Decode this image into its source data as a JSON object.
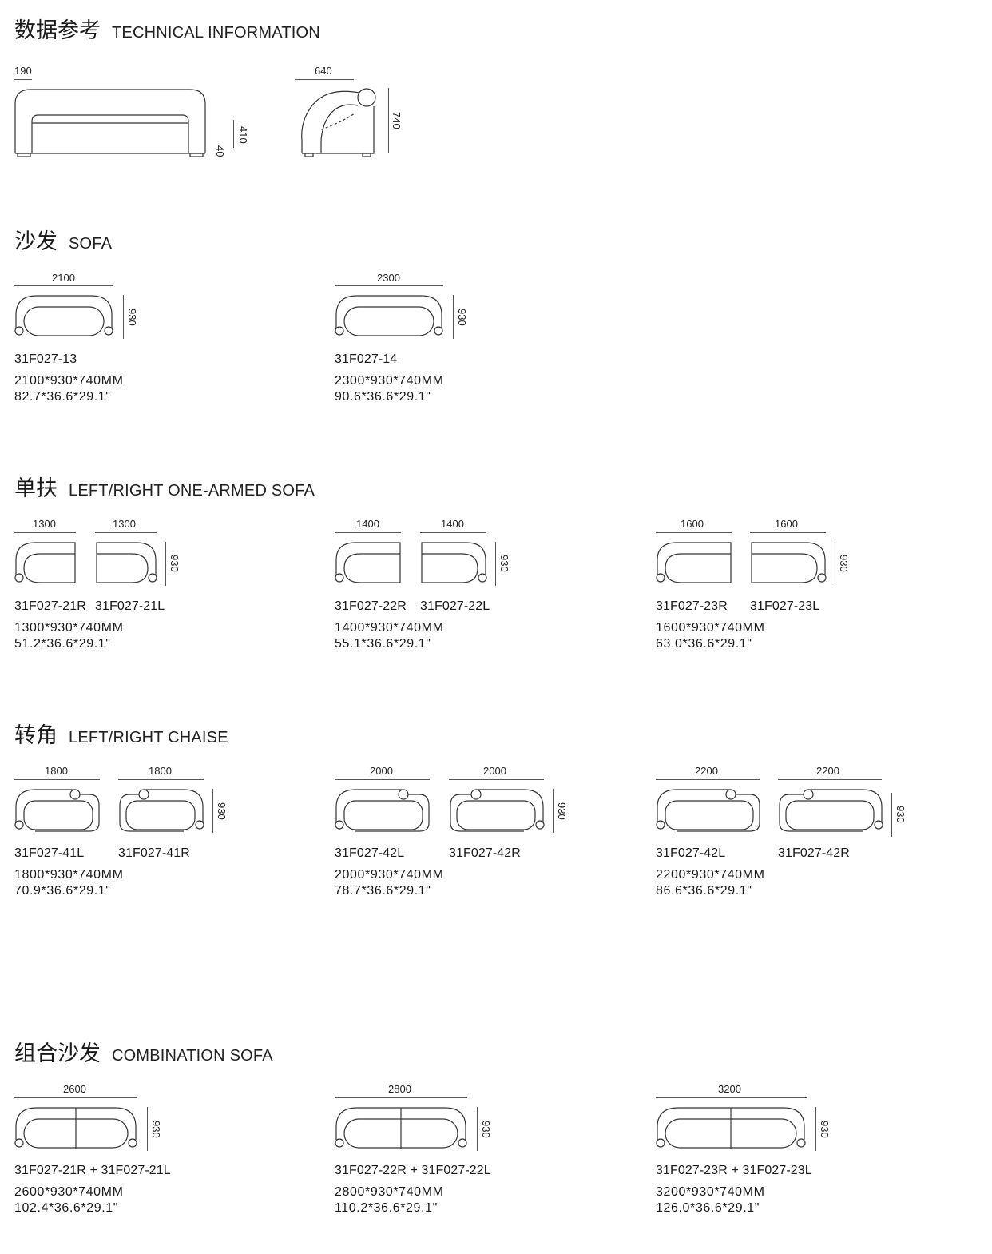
{
  "sections": {
    "technical": {
      "cn": "数据参考",
      "en": "TECHNICAL INFORMATION",
      "dims": {
        "front_w": "190",
        "front_h": "410",
        "front_leg": "40",
        "side_w": "640",
        "side_h": "740"
      }
    },
    "sofa": {
      "cn": "沙发",
      "en": "SOFA",
      "items": [
        {
          "width": "2100",
          "depth": "930",
          "code": "31F027-13",
          "mm": "2100*930*740MM",
          "inch": "82.7*36.6*29.1\""
        },
        {
          "width": "2300",
          "depth": "930",
          "code": "31F027-14",
          "mm": "2300*930*740MM",
          "inch": "90.6*36.6*29.1\""
        }
      ]
    },
    "onearm": {
      "cn": "单扶",
      "en": "LEFT/RIGHT ONE-ARMED SOFA",
      "items": [
        {
          "w1": "1300",
          "w2": "1300",
          "depth": "930",
          "code1": "31F027-21R",
          "code2": "31F027-21L",
          "mm": "1300*930*740MM",
          "inch": "51.2*36.6*29.1\""
        },
        {
          "w1": "1400",
          "w2": "1400",
          "depth": "930",
          "code1": "31F027-22R",
          "code2": "31F027-22L",
          "mm": "1400*930*740MM",
          "inch": "55.1*36.6*29.1\""
        },
        {
          "w1": "1600",
          "w2": "1600",
          "depth": "930",
          "code1": "31F027-23R",
          "code2": "31F027-23L",
          "mm": "1600*930*740MM",
          "inch": "63.0*36.6*29.1\""
        }
      ]
    },
    "chaise": {
      "cn": "转角",
      "en": "LEFT/RIGHT CHAISE",
      "items": [
        {
          "w1": "1800",
          "w2": "1800",
          "depth": "930",
          "code1": "31F027-41L",
          "code2": "31F027-41R",
          "mm": "1800*930*740MM",
          "inch": "70.9*36.6*29.1\""
        },
        {
          "w1": "2000",
          "w2": "2000",
          "depth": "930",
          "code1": "31F027-42L",
          "code2": "31F027-42R",
          "mm": "2000*930*740MM",
          "inch": "78.7*36.6*29.1\""
        },
        {
          "w1": "2200",
          "w2": "2200",
          "depth": "930",
          "code1": "31F027-42L",
          "code2": "31F027-42R",
          "mm": "2200*930*740MM",
          "inch": "86.6*36.6*29.1\""
        }
      ]
    },
    "combo": {
      "cn": "组合沙发",
      "en": "COMBINATION SOFA",
      "items": [
        {
          "width": "2600",
          "depth": "930",
          "code": "31F027-21R + 31F027-21L",
          "mm": "2600*930*740MM",
          "inch": "102.4*36.6*29.1\""
        },
        {
          "width": "2800",
          "depth": "930",
          "code": "31F027-22R + 31F027-22L",
          "mm": "2800*930*740MM",
          "inch": "110.2*36.6*29.1\""
        },
        {
          "width": "3200",
          "depth": "930",
          "code": "31F027-23R + 31F027-23L",
          "mm": "3200*930*740MM",
          "inch": "126.0*36.6*29.1\""
        }
      ]
    }
  }
}
